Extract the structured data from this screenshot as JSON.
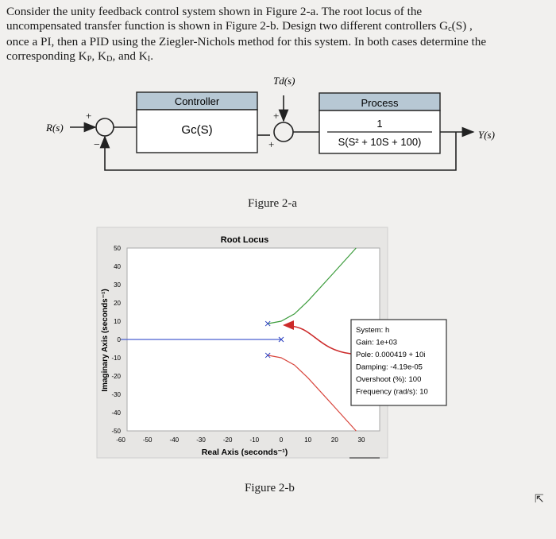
{
  "problem": {
    "line1": "Consider the unity feedback control system shown in Figure 2-a. The root locus of the",
    "line2_pre": "uncompensated transfer function is shown in Figure 2-b. Design two different controllers G",
    "line2_sub": "c",
    "line2_post": "(S) ,",
    "line3": "once a PI, then a PID using the Ziegler-Nichols method for this system. In both cases determine the",
    "line4_pre": "corresponding K",
    "kp_sub": "P",
    "kd_sub": "D",
    "ki_sub": "I",
    "sep1": ", K",
    "sep2": ", and K",
    "end": "."
  },
  "block_diagram": {
    "input": "R(s)",
    "output": "Y(s)",
    "disturbance": "Td(s)",
    "controller_title": "Controller",
    "controller_tf": "Gc(S)",
    "process_title": "Process",
    "process_num": "1",
    "process_den": "S(S² + 10S + 100)",
    "sum1_top": "+",
    "sum1_bottom": "−",
    "sum2_top": "+",
    "sum2_bottom": "+",
    "caption": "Figure 2-a"
  },
  "chart_data": {
    "type": "line",
    "title": "Root Locus",
    "xlabel": "Real Axis (seconds⁻¹)",
    "ylabel": "Imaginary Axis (seconds⁻¹)",
    "xlim": [
      -60,
      35
    ],
    "ylim": [
      -50,
      50
    ],
    "xticks": [
      -60,
      -50,
      -40,
      -30,
      -20,
      -10,
      0,
      10,
      20,
      30
    ],
    "yticks": [
      50,
      40,
      30,
      20,
      10,
      0,
      -10,
      -20,
      -30,
      -40,
      -50
    ],
    "series": [
      {
        "color": "#4a5fd0",
        "points": [
          [
            -60,
            0
          ],
          [
            0,
            0
          ]
        ]
      },
      {
        "color": "#3c9c3c",
        "points": [
          [
            -5,
            8.66
          ],
          [
            0,
            10
          ],
          [
            5,
            14
          ],
          [
            10,
            21
          ],
          [
            20,
            37
          ],
          [
            28,
            50
          ]
        ]
      },
      {
        "color": "#d8453c",
        "points": [
          [
            -5,
            -8.66
          ],
          [
            0,
            -10
          ],
          [
            5,
            -14
          ],
          [
            10,
            -21
          ],
          [
            20,
            -37
          ],
          [
            28,
            -50
          ]
        ]
      }
    ],
    "poles": [
      [
        0,
        0
      ],
      [
        -5,
        8.66
      ],
      [
        -5,
        -8.66
      ]
    ],
    "datatip": {
      "point": [
        0.000419,
        10
      ],
      "lines": [
        "System: h",
        "Gain: 1e+03",
        "Pole: 0.000419 + 10i",
        "Damping: -4.19e-05",
        "Overshoot (%): 100",
        "Frequency (rad/s): 10"
      ]
    },
    "caption": "Figure 2-b"
  }
}
